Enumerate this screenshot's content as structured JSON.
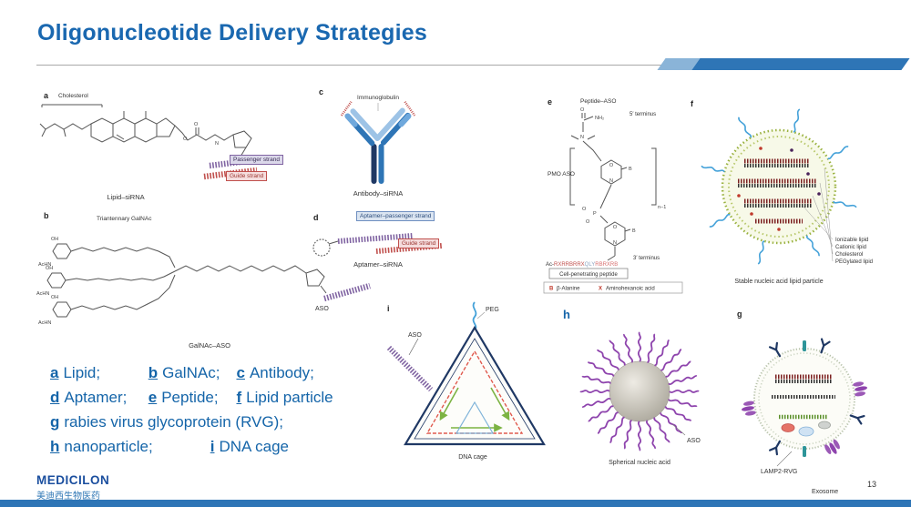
{
  "title": "Oligonucleotide Delivery Strategies",
  "panel_a": {
    "letter": "a",
    "cholesterol": "Cholesterol",
    "o1": "O",
    "n1": "N",
    "passenger_strand": "Passenger strand",
    "guide_strand": "Guide strand",
    "caption": "Lipid–siRNA"
  },
  "panel_b": {
    "letter": "b",
    "header": "Triantennary GalNAc",
    "acnh": "AcHN",
    "oh": "OH",
    "aso": "ASO",
    "caption": "GalNAc–ASO"
  },
  "panel_c": {
    "letter": "c",
    "header": "Immunoglobulin",
    "caption": "Antibody–siRNA"
  },
  "panel_d": {
    "letter": "d",
    "aptamer_label": "Aptamer–passenger strand",
    "guide_strand": "Guide strand",
    "caption": "Aptamer–siRNA"
  },
  "panel_e": {
    "letter": "e",
    "header": "Peptide–ASO",
    "o": "O",
    "n": "N",
    "b": "B",
    "p": "P",
    "nh2": "NH₂",
    "five_prime": "5′ terminus",
    "pmo": "PMO ASO",
    "n_minus_1": "n−1",
    "three_prime": "3′ terminus",
    "seq_prefix": "Ac-",
    "seq_1": "RXRRBRRX",
    "seq_2": "QLY",
    "seq_3": "RBRXRB",
    "cpp": "Cell-penetrating peptide",
    "key_b": "B",
    "key_b_label": "β-Alanine",
    "key_x": "X",
    "key_x_label": "Aminohexanoic acid"
  },
  "panel_f": {
    "letter": "f",
    "legend_1": "Ionizable lipid",
    "legend_2": "Cationic lipid",
    "legend_3": "Cholesterol",
    "legend_4": "PEGylated lipid",
    "caption": "Stable nucleic acid lipid particle"
  },
  "panel_g": {
    "letter": "g",
    "caption_1": "LAMP2-RVG",
    "caption_2": "Exosome"
  },
  "panel_h": {
    "letter": "h",
    "aso": "ASO",
    "caption": "Spherical nucleic acid"
  },
  "panel_i": {
    "letter": "i",
    "peg": "PEG",
    "aso": "ASO",
    "caption": "DNA cage"
  },
  "legend": {
    "a_key": "a",
    "a_text": "Lipid;",
    "b_key": "b",
    "b_text": "GalNAc;",
    "c_key": "c",
    "c_text": "Antibody;",
    "d_key": "d",
    "d_text": "Aptamer;",
    "e_key": "e",
    "e_text": "Peptide;",
    "f_key": "f",
    "f_text": "Lipid particle",
    "g_key": "g",
    "g_text": "rabies virus glycoprotein (RVG);",
    "h_key": "h",
    "h_text": "nanoparticle;",
    "i_key": "i",
    "i_text": "DNA cage"
  },
  "footer": {
    "logo": "MEDICILON",
    "logo_cn": "美迪西生物医药",
    "page_number": "13"
  },
  "colors": {
    "title_blue": "#1a68b0",
    "legend_blue": "#1565a9",
    "bar_blue": "#2e75b6"
  }
}
